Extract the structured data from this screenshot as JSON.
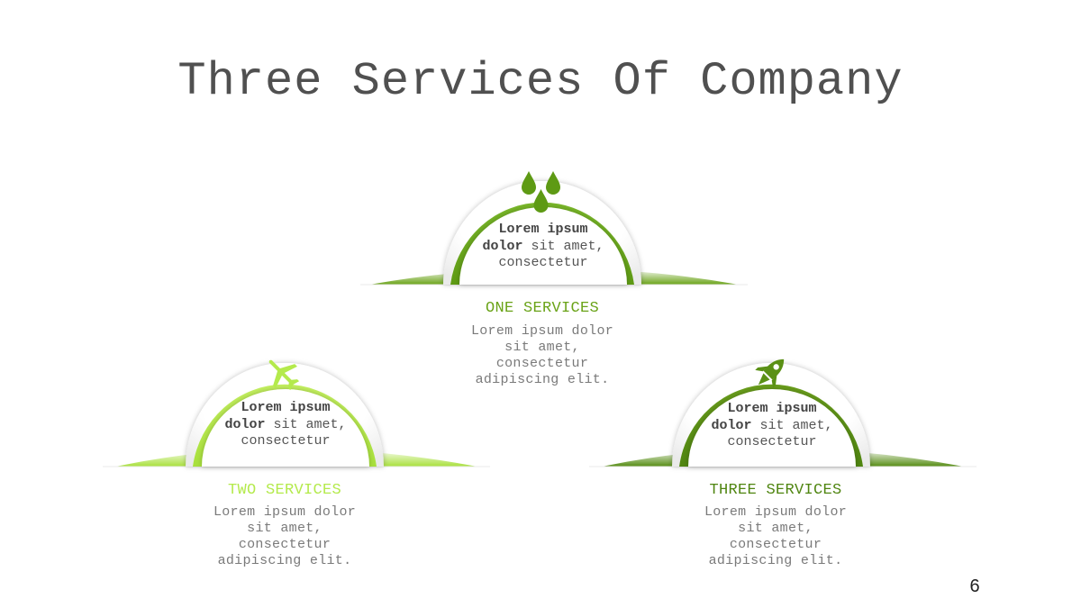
{
  "title": "Three Services Of Company",
  "page_number": "6",
  "colors": {
    "one": "#6aa318",
    "two": "#b4ea4c",
    "three": "#5a9015"
  },
  "services": [
    {
      "id": "one",
      "icon": "water-drops-icon",
      "inner_bold": "Lorem ipsum dolor",
      "inner_line1_bold": "Lorem ipsum",
      "inner_line2_bold": "dolor",
      "inner_line2_rest": " sit amet,",
      "inner_line3": "consectetur",
      "title": "ONE SERVICES",
      "desc_lines": [
        "Lorem ipsum dolor",
        "sit amet,",
        "consectetur",
        "adipiscing elit."
      ]
    },
    {
      "id": "two",
      "icon": "airplane-icon",
      "inner_line1_bold": "Lorem ipsum",
      "inner_line2_bold": "dolor",
      "inner_line2_rest": " sit amet,",
      "inner_line3": "consectetur",
      "title": "TWO SERVICES",
      "desc_lines": [
        "Lorem ipsum dolor",
        "sit amet,",
        "consectetur",
        "adipiscing elit."
      ]
    },
    {
      "id": "three",
      "icon": "rocket-icon",
      "inner_line1_bold": "Lorem ipsum",
      "inner_line2_bold": "dolor",
      "inner_line2_rest": " sit amet,",
      "inner_line3": "consectetur",
      "title": "THREE SERVICES",
      "desc_lines": [
        "Lorem ipsum dolor",
        "sit amet,",
        "consectetur",
        "adipiscing elit."
      ]
    }
  ]
}
